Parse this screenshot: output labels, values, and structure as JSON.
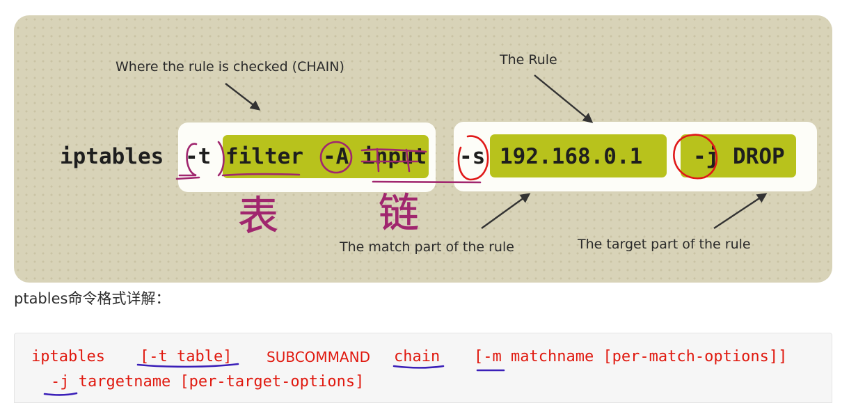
{
  "diagram": {
    "command": {
      "iptables": "iptables",
      "t_flag": "-t",
      "table": "filter",
      "a_flag": "-A",
      "chain": "input",
      "s_flag": "-s",
      "ip": "192.168.0.1",
      "j_flag": "-j",
      "target": "DROP"
    },
    "labels": {
      "chain_label": "Where the rule is checked (CHAIN)",
      "rule_label": "The Rule",
      "match_label": "The match part of the rule",
      "target_label": "The target part of the rule"
    },
    "annotations": {
      "table_note": "表",
      "chain_note": "链"
    },
    "colors": {
      "highlight": "#b8c21c",
      "background": "#d8d3b8",
      "ink_red": "#e01818",
      "ink_purple": "#a0266e"
    }
  },
  "caption": "ptables命令格式详解：",
  "code": {
    "line1": {
      "cmd": "iptables",
      "table_opt": "[-t table]",
      "subcommand": "SUBCOMMAND",
      "chain": "chain",
      "match_opt": "[-m matchname [per-match-options]]"
    },
    "line2": {
      "target_opt": "-j targetname [per-target-options]"
    },
    "colors": {
      "text": "#e0190f",
      "underline": "#3a1fb8"
    }
  }
}
